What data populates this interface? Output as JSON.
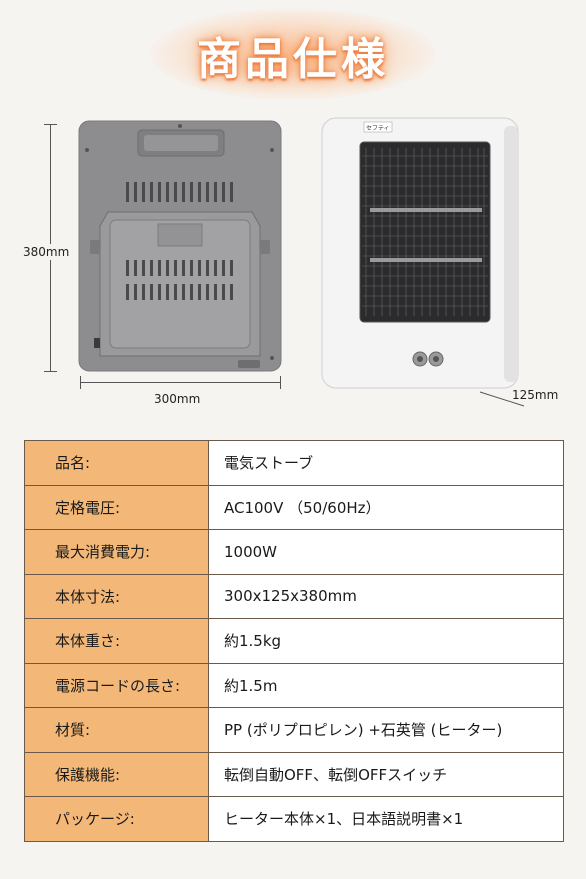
{
  "title": "商品仕様",
  "dimensions": {
    "height": "380mm",
    "width": "300mm",
    "depth": "125mm"
  },
  "heater_panel_text": "セフティ",
  "specs": [
    {
      "label": "品名:",
      "value": "電気ストーブ"
    },
    {
      "label": "定格電圧:",
      "value": "AC100V （50/60Hz）"
    },
    {
      "label": "最大消費電力:",
      "value": "1000W"
    },
    {
      "label": "本体寸法:",
      "value": "300x125x380mm"
    },
    {
      "label": "本体重さ:",
      "value": "約1.5kg"
    },
    {
      "label": "電源コードの長さ:",
      "value": "約1.5m"
    },
    {
      "label": "材質:",
      "value": "PP (ポリプロピレン) +石英管 (ヒーター)"
    },
    {
      "label": "保護機能:",
      "value": "転倒自動OFF、転倒OFFスイッチ"
    },
    {
      "label": "パッケージ:",
      "value": "ヒーター本体×1、日本語説明書×1"
    }
  ],
  "colors": {
    "label_bg": "#f3b878",
    "title_glow": "#f07a3c",
    "back_body": "#8a8a8c"
  }
}
